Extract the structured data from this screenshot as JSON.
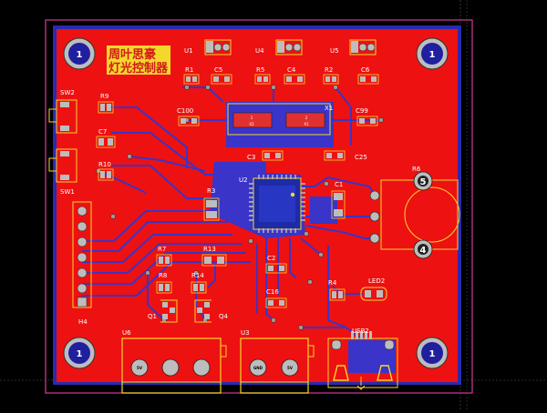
{
  "board": {
    "title_line1": "周叶思豪",
    "title_line2": "灯光控制器",
    "colors": {
      "background": "#000000",
      "copper": "#ee1111",
      "bottom_trace": "#3a34c8",
      "silkscreen": "#f3d82c",
      "outline": "#d63a9a",
      "pad": "#bdbdbd",
      "title_bg": "#f3d82c",
      "title_text": "#d21a1a"
    }
  },
  "mount_holes": [
    "1",
    "1",
    "1",
    "1"
  ],
  "components": {
    "U1": "U1",
    "U4": "U4",
    "U5": "U5",
    "R1": "R1",
    "C5": "C5",
    "R5": "R5",
    "C4": "C4",
    "R2": "R2",
    "C6": "C6",
    "SW2": "SW2",
    "SW1": "SW1",
    "R9": "R9",
    "C7": "C7",
    "R10": "R10",
    "C100": "C100",
    "X1": "X1",
    "C99": "C99",
    "C3": "C3",
    "C25": "C25",
    "U2": "U2",
    "R3": "R3",
    "C1": "C1",
    "R6": "R6",
    "H4": "H4",
    "R7": "R7",
    "R13": "R13",
    "C2": "C2",
    "R8": "R8",
    "R14": "R14",
    "Q1": "Q1",
    "Q4": "Q4",
    "R4": "R4",
    "LED2": "LED2",
    "C16": "C16",
    "U6": "U6",
    "U3": "U3",
    "USB2": "USB2"
  },
  "crystal_pads": {
    "x2_num": "1",
    "x2_name": "X2",
    "x1_num": "2",
    "x1_name": "X1"
  },
  "pot_pins": {
    "top": "5",
    "bottom": "4"
  },
  "connector_pins": {
    "u6": [
      "5V",
      "",
      ""
    ],
    "u3": [
      "GND",
      "5V"
    ]
  }
}
